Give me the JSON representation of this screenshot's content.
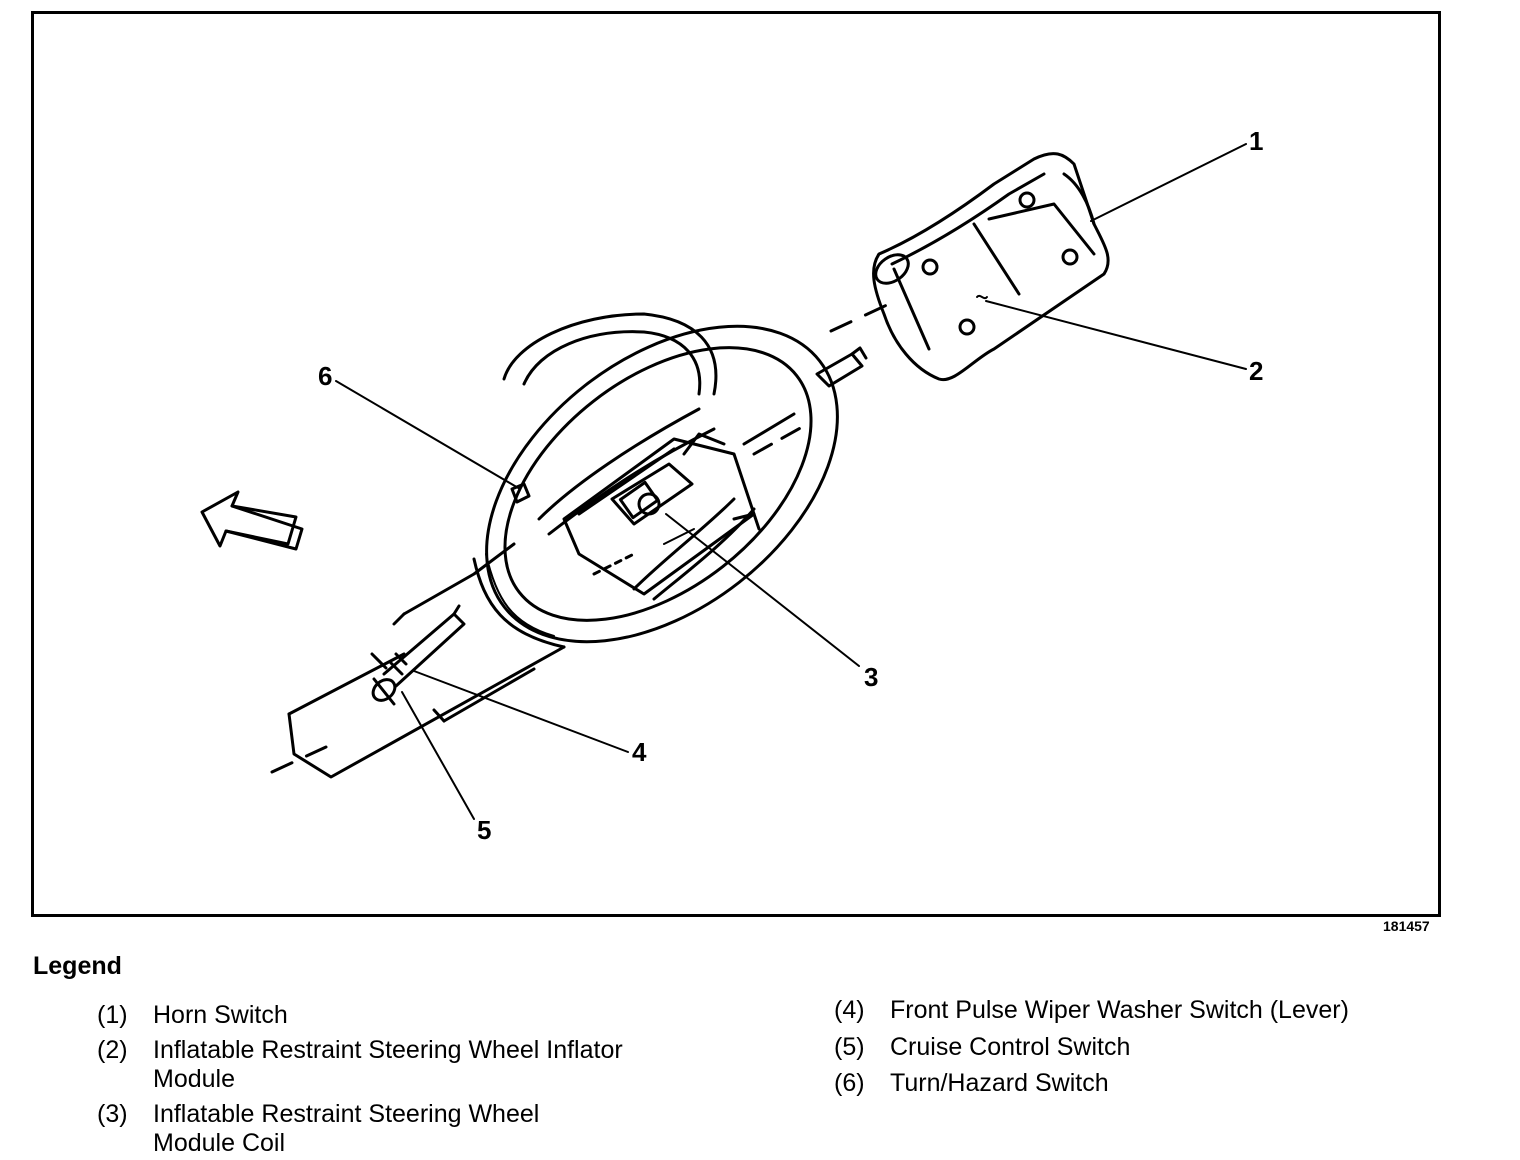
{
  "callouts": {
    "c1": "1",
    "c2": "2",
    "c3": "3",
    "c4": "4",
    "c5": "5",
    "c6": "6"
  },
  "figure_id": "181457",
  "legend": {
    "title": "Legend",
    "items": [
      {
        "num": "(1)",
        "text": "Horn Switch"
      },
      {
        "num": "(2)",
        "text": "Inflatable Restraint Steering Wheel Inflator",
        "text2": "Module"
      },
      {
        "num": "(3)",
        "text": "Inflatable Restraint Steering Wheel",
        "text2": "Module Coil"
      },
      {
        "num": "(4)",
        "text": "Front Pulse Wiper Washer Switch (Lever)"
      },
      {
        "num": "(5)",
        "text": "Cruise Control Switch"
      },
      {
        "num": "(6)",
        "text": "Turn/Hazard Switch"
      }
    ]
  }
}
